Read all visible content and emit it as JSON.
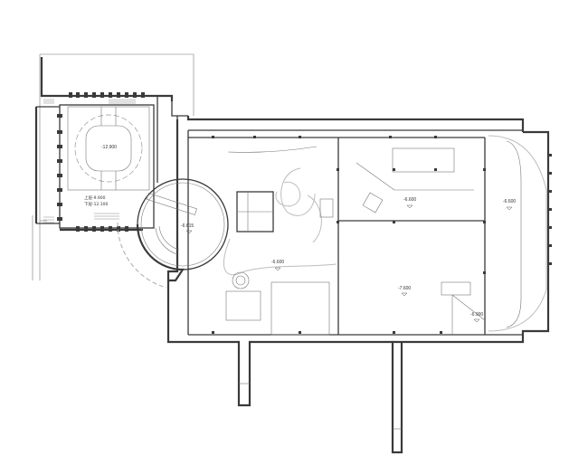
{
  "drawing": {
    "type": "architectural floor plan",
    "background": "#ffffff",
    "line_color": "#3a3a3a"
  },
  "level_marks": [
    {
      "id": "atrium",
      "label": "-12.900"
    },
    {
      "id": "atrium-upper",
      "label": "上层-9.900"
    },
    {
      "id": "atrium-lower",
      "label": "下层-12.100"
    },
    {
      "id": "rotunda",
      "label": "-6.615"
    },
    {
      "id": "central-hall",
      "label": "-6.600"
    },
    {
      "id": "north-hall",
      "label": "-6.600"
    },
    {
      "id": "east-gallery",
      "label": "-6.600"
    },
    {
      "id": "main-hall",
      "label": "-7.600"
    },
    {
      "id": "southeast-stair",
      "label": "-6.900"
    }
  ]
}
